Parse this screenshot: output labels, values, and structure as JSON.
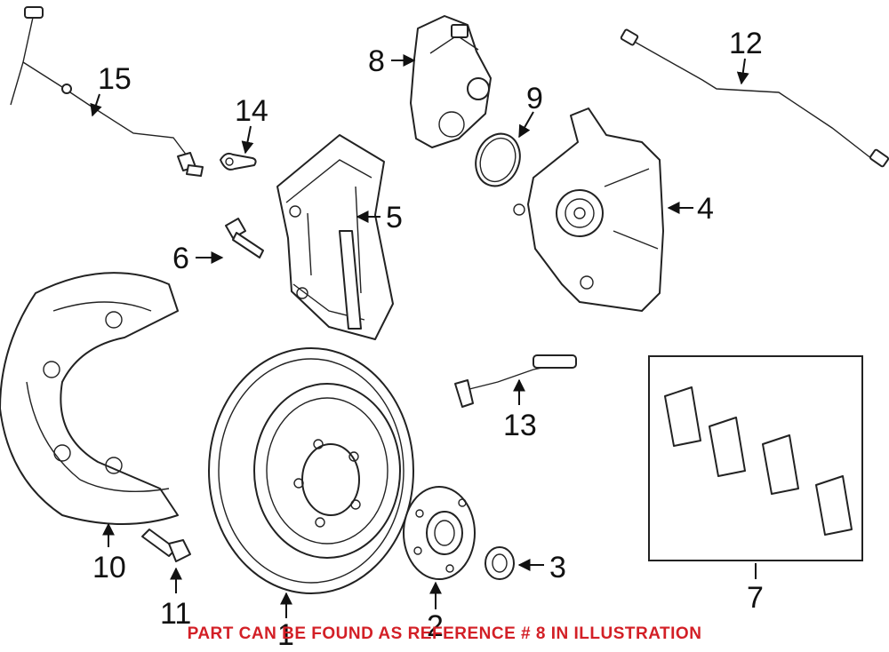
{
  "callouts": {
    "c1": "1",
    "c2": "2",
    "c3": "3",
    "c4": "4",
    "c5": "5",
    "c6": "6",
    "c7": "7",
    "c8": "8",
    "c9": "9",
    "c10": "10",
    "c11": "11",
    "c12": "12",
    "c13": "13",
    "c14": "14",
    "c15": "15"
  },
  "notice": "PART CAN BE FOUND AS REFERENCE # 8 IN ILLUSTRATION",
  "colors": {
    "notice": "#d31f26",
    "lines": "#222222",
    "background": "#ffffff"
  }
}
